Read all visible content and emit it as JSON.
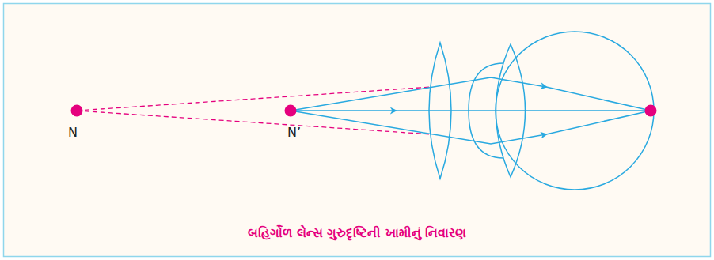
{
  "diagram": {
    "caption": "બહિર્ગોળ લેન્સ ગુરુદૃષ્ટિની ખામીનું નિવારણ",
    "labels": [
      "N",
      "N’"
    ]
  }
}
